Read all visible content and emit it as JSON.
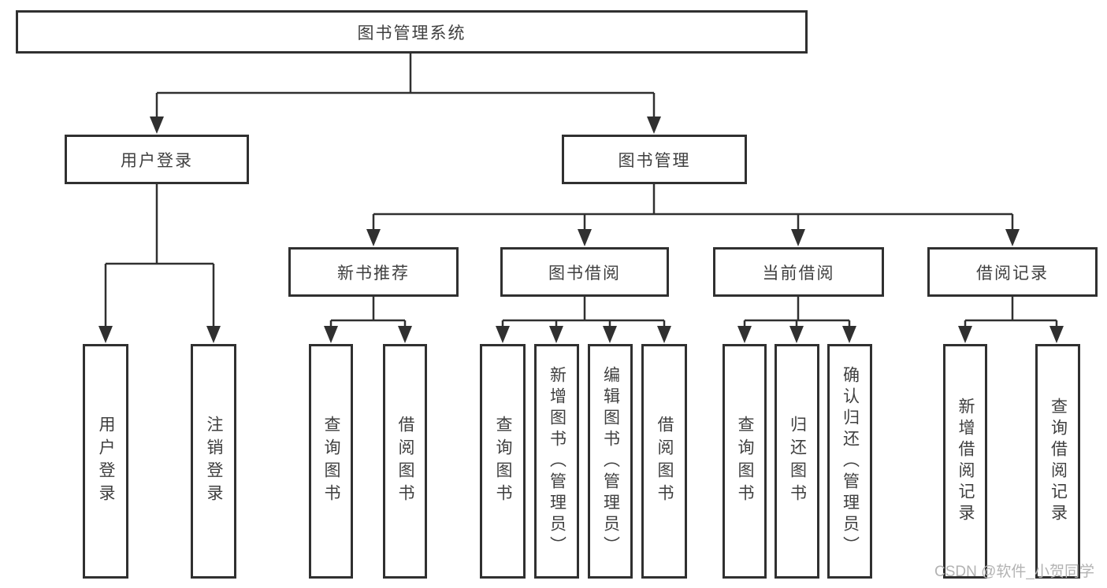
{
  "diagram": {
    "root": "图书管理系统",
    "level2": [
      {
        "label": "用户登录",
        "children": [
          "用户登录",
          "注销登录"
        ]
      },
      {
        "label": "图书管理",
        "sections": [
          {
            "label": "新书推荐",
            "children": [
              "查询图书",
              "借阅图书"
            ]
          },
          {
            "label": "图书借阅",
            "children": [
              "查询图书",
              "新增图书（管理员）",
              "编辑图书（管理员）",
              "借阅图书"
            ]
          },
          {
            "label": "当前借阅",
            "children": [
              "查询图书",
              "归还图书",
              "确认归还（管理员）"
            ]
          },
          {
            "label": "借阅记录",
            "children": [
              "新增借阅记录",
              "查询借阅记录"
            ]
          }
        ]
      }
    ]
  },
  "watermark": "CSDN @软件_小贺同学",
  "colors": {
    "line": "#303030",
    "text": "#3f3f3f",
    "watermark": "#b3b3b3",
    "background": "#ffffff"
  }
}
